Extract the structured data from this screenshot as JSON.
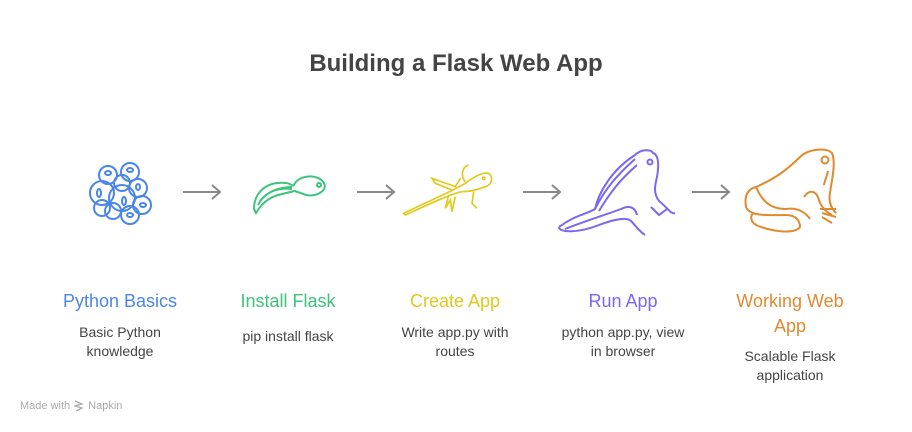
{
  "title": "Building a Flask Web App",
  "steps": [
    {
      "label": "Python Basics",
      "desc": [
        "Basic Python",
        "knowledge"
      ],
      "color": "#4a86e8",
      "icon": "frog-eggs-icon"
    },
    {
      "label": "Install Flask",
      "desc": [
        "pip install flask"
      ],
      "color": "#3cc47c",
      "icon": "tadpole-icon"
    },
    {
      "label": "Create App",
      "desc": [
        "Write app.py with",
        "routes"
      ],
      "color": "#e2c81c",
      "icon": "froglet-icon"
    },
    {
      "label": "Run App",
      "desc": [
        "python app.py, view",
        "in browser"
      ],
      "color": "#7b68ee",
      "icon": "young-frog-icon"
    },
    {
      "label": "Working Web App",
      "desc": [
        "Scalable Flask",
        "application"
      ],
      "color": "#e08a30",
      "icon": "adult-frog-icon"
    }
  ],
  "footer": {
    "made_with": "Made with",
    "brand": "Napkin"
  }
}
